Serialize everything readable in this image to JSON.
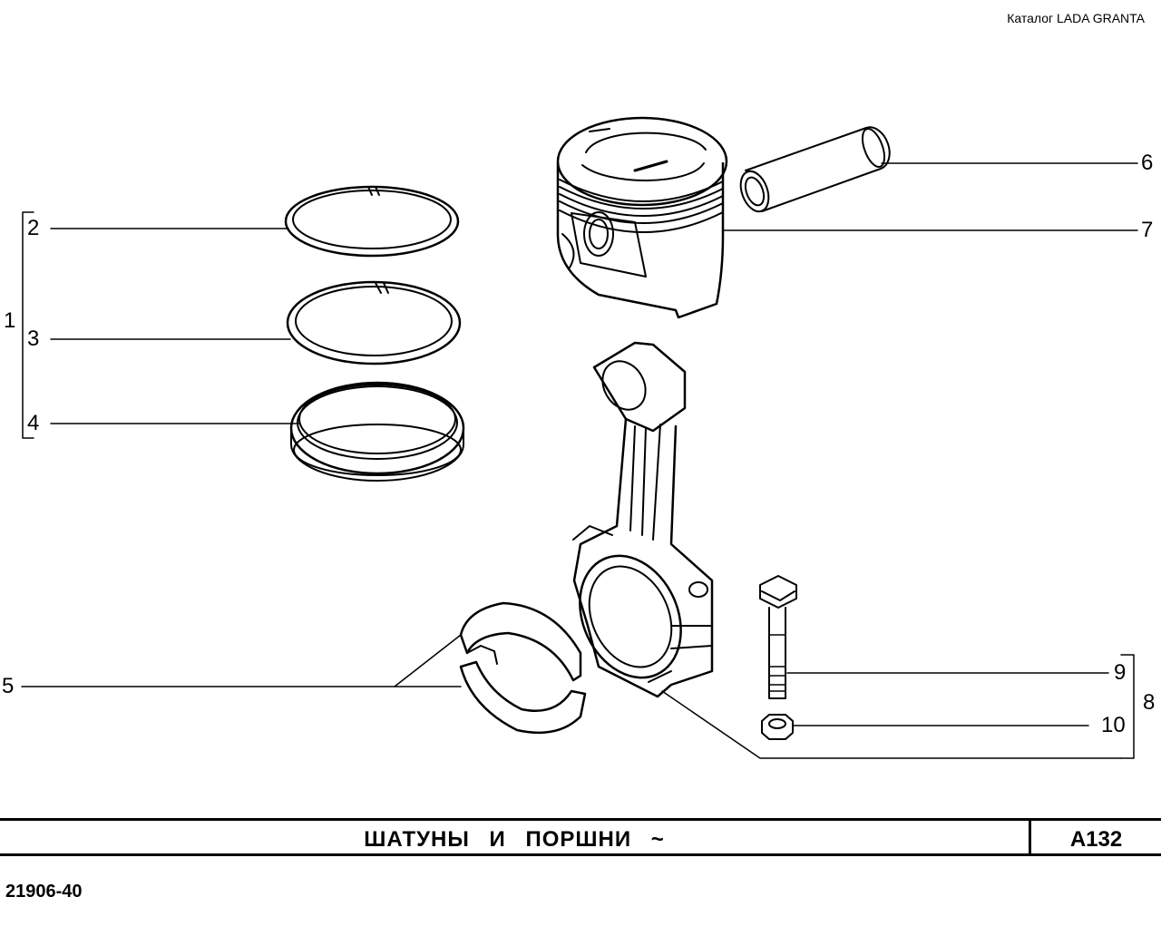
{
  "header": {
    "catalog": "Каталог LADA  GRANTA"
  },
  "callouts": {
    "c1": "1",
    "c2": "2",
    "c3": "3",
    "c4": "4",
    "c5": "5",
    "c6": "6",
    "c7": "7",
    "c8": "8",
    "c9": "9",
    "c10": "10"
  },
  "title_bar": {
    "title": "ШАТУНЫ И ПОРШНИ ~",
    "code": "A132"
  },
  "footer": {
    "number": "21906-40"
  }
}
